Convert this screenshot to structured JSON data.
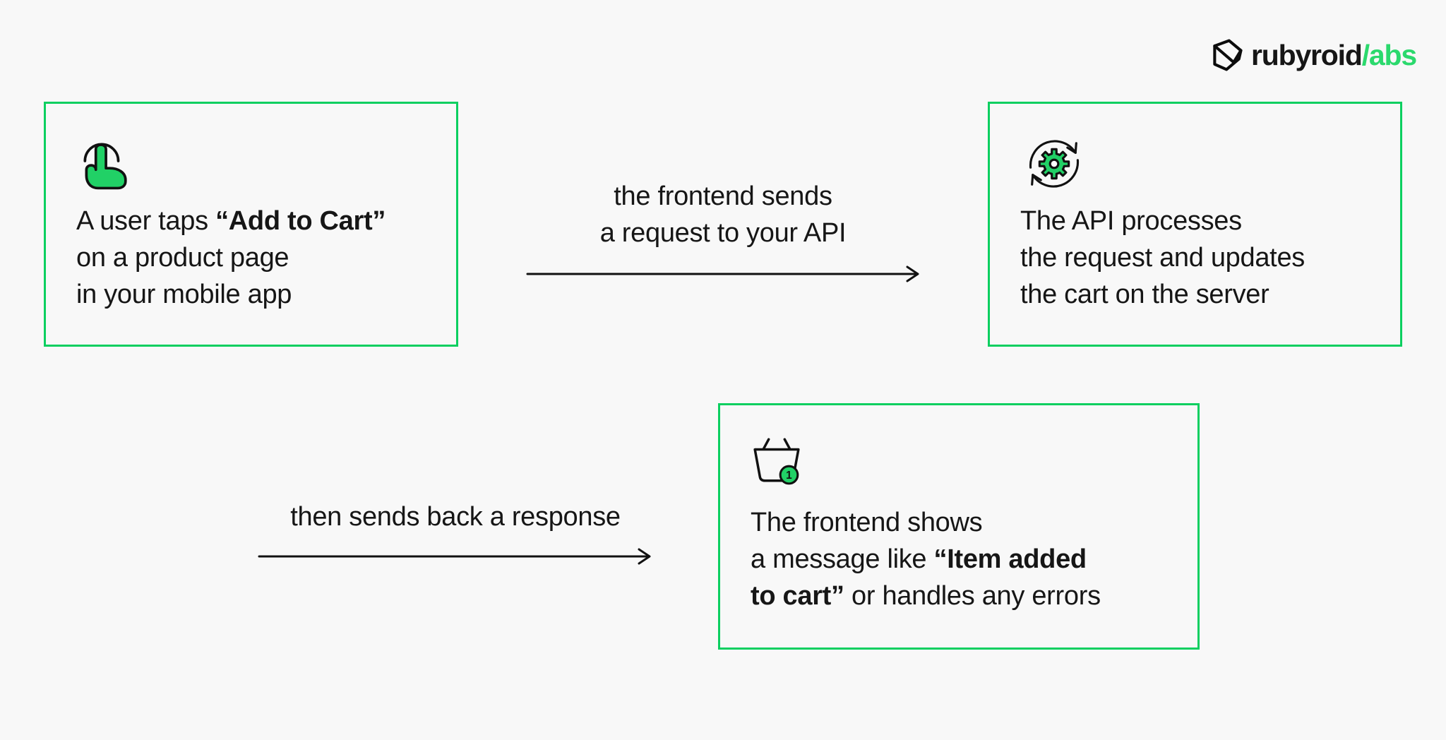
{
  "brand": {
    "primary": "rubyroid",
    "accent": "/abs",
    "icon": "gem-icon"
  },
  "colors": {
    "background": "#f8f8f8",
    "box_border_green": "#0ccf60",
    "icon_green": "#21d166",
    "logo_green": "#2bd96d",
    "text": "#161616"
  },
  "boxes": [
    {
      "name": "user-taps-add-to-cart",
      "icon": "tap-hand-icon",
      "lines": [
        {
          "pre": "A user taps ",
          "bold": "“Add to Cart”",
          "post": ""
        },
        {
          "pre": "on a product page",
          "bold": "",
          "post": ""
        },
        {
          "pre": "in your mobile app",
          "bold": "",
          "post": ""
        }
      ]
    },
    {
      "name": "api-processes-request",
      "icon": "sync-gear-icon",
      "lines": [
        {
          "pre": "The API processes",
          "bold": "",
          "post": ""
        },
        {
          "pre": "the request and updates",
          "bold": "",
          "post": ""
        },
        {
          "pre": "the cart on the server",
          "bold": "",
          "post": ""
        }
      ]
    },
    {
      "name": "frontend-shows-message",
      "icon": "basket-badge-icon",
      "badge_count": "1",
      "lines": [
        {
          "pre": "The frontend shows",
          "bold": "",
          "post": ""
        },
        {
          "pre": "a message like ",
          "bold": "“Item added",
          "post": ""
        },
        {
          "pre": "",
          "bold": "to cart”",
          "post": " or handles any errors"
        }
      ]
    }
  ],
  "arrows": [
    {
      "name": "frontend-sends-request",
      "lines": [
        "the frontend sends",
        "a request to your API"
      ]
    },
    {
      "name": "sends-back-response",
      "lines": [
        "then sends back a response"
      ]
    }
  ]
}
